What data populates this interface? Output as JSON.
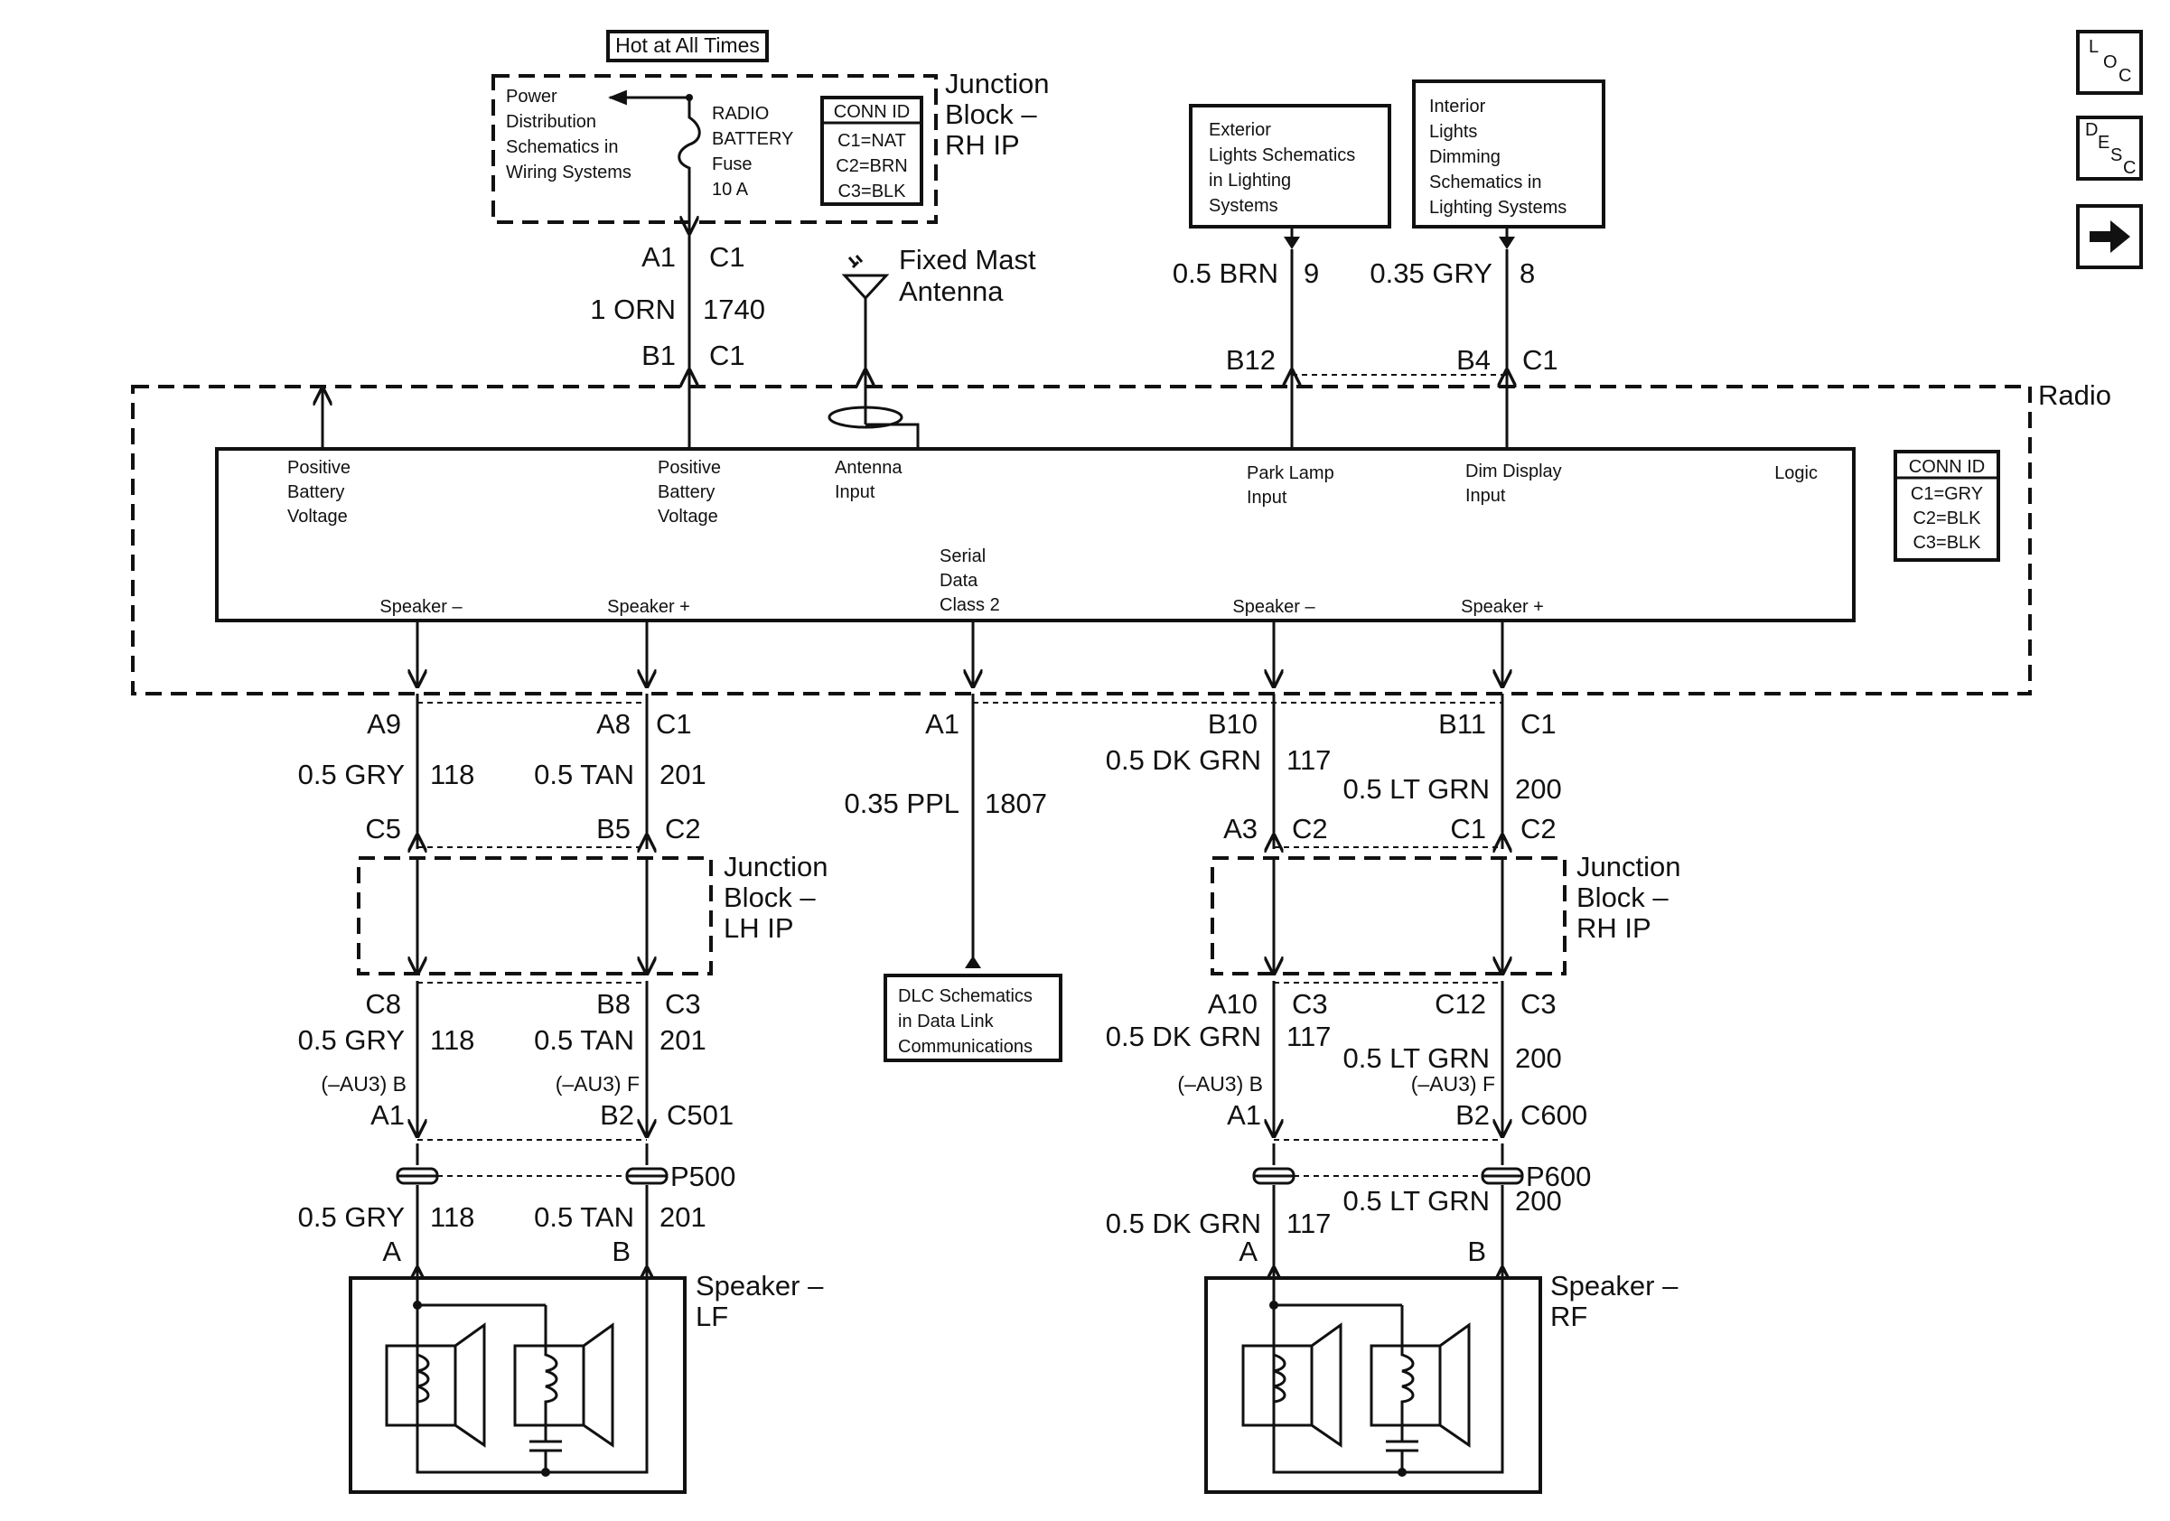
{
  "top": {
    "hot": "Hot at All Times",
    "pd": [
      "Power",
      "Distribution",
      "Schematics in",
      "Wiring Systems"
    ],
    "fuse": [
      "RADIO",
      "BATTERY",
      "Fuse",
      "10 A"
    ],
    "conn_id": [
      "CONN ID",
      "C1=NAT",
      "C2=BRN",
      "C3=BLK"
    ],
    "jb": [
      "Junction",
      "Block –",
      "RH IP"
    ],
    "a1": "A1",
    "c1a": "C1",
    "orn": "1 ORN",
    "n1740": "1740",
    "b1": "B1",
    "c1b": "C1"
  },
  "antenna": [
    "Fixed Mast",
    "Antenna"
  ],
  "ext": [
    "Exterior",
    "Lights Schematics",
    "in Lighting",
    "Systems"
  ],
  "int": [
    "Interior",
    "Lights",
    "Dimming",
    "Schematics in",
    "Lighting Systems"
  ],
  "park": {
    "wire": "0.5 BRN",
    "circ": "9",
    "pin": "B12"
  },
  "dim": {
    "wire": "0.35 GRY",
    "circ": "8",
    "pin": "B4",
    "conn": "C1"
  },
  "radio": {
    "title": "Radio",
    "logic": "Logic",
    "pos1": [
      "Positive",
      "Battery",
      "Voltage"
    ],
    "pos2": [
      "Positive",
      "Battery",
      "Voltage"
    ],
    "ant": [
      "Antenna",
      "Input"
    ],
    "park": [
      "Park Lamp",
      "Input"
    ],
    "dim": [
      "Dim Display",
      "Input"
    ],
    "serial": [
      "Serial",
      "Data",
      "Class 2"
    ],
    "spk_neg_l": "Speaker –",
    "spk_pos_l": "Speaker +",
    "spk_neg_r": "Speaker –",
    "spk_pos_r": "Speaker +",
    "conn_id": [
      "CONN ID",
      "C1=GRY",
      "C2=BLK",
      "C3=BLK"
    ]
  },
  "lf": {
    "a9": "A9",
    "a8": "A8",
    "c1": "C1",
    "w1": "0.5 GRY",
    "n1": "118",
    "w2": "0.5 TAN",
    "n2": "201",
    "c5": "C5",
    "b5": "B5",
    "c2": "C2",
    "jb": [
      "Junction",
      "Block –",
      "LH IP"
    ],
    "c8": "C8",
    "b8": "B8",
    "c3": "C3",
    "w3": "0.5 GRY",
    "n3": "118",
    "w4": "0.5 TAN",
    "n4": "201",
    "au3a": "(–AU3) B",
    "au3b": "(–AU3) F",
    "pa1": "A1",
    "pb2": "B2",
    "c501": "C501",
    "p500": "P500",
    "w5": "0.5 GRY",
    "n5": "118",
    "w6": "0.5 TAN",
    "n6": "201",
    "pa": "A",
    "pb": "B",
    "spk": [
      "Speaker –",
      "LF"
    ]
  },
  "dlc": {
    "a1": "A1",
    "wire": "0.35 PPL",
    "circ": "1807",
    "box": [
      "DLC Schematics",
      "in Data Link",
      "Communications"
    ]
  },
  "rf": {
    "b10": "B10",
    "b11": "B11",
    "c1": "C1",
    "w1": "0.5 DK GRN",
    "n1": "117",
    "w2": "0.5 LT GRN",
    "n2": "200",
    "a3": "A3",
    "c2a": "C2",
    "c1b": "C1",
    "c2b": "C2",
    "jb": [
      "Junction",
      "Block –",
      "RH IP"
    ],
    "a10": "A10",
    "c3a": "C3",
    "c12": "C12",
    "c3b": "C3",
    "w3": "0.5 DK GRN",
    "n3": "117",
    "w4": "0.5 LT GRN",
    "n4": "200",
    "au3a": "(–AU3) B",
    "au3b": "(–AU3) F",
    "pa1": "A1",
    "pb2": "B2",
    "c600": "C600",
    "p600": "P600",
    "w5": "0.5 DK GRN",
    "n5": "117",
    "w6": "0.5 LT GRN",
    "n6": "200",
    "pa": "A",
    "pb": "B",
    "spk": [
      "Speaker –",
      "RF"
    ]
  },
  "nav": {
    "loc": [
      "L",
      "O",
      "C"
    ],
    "desc": [
      "D",
      "E",
      "S",
      "C"
    ],
    "next_icon": "arrow-right-icon"
  }
}
